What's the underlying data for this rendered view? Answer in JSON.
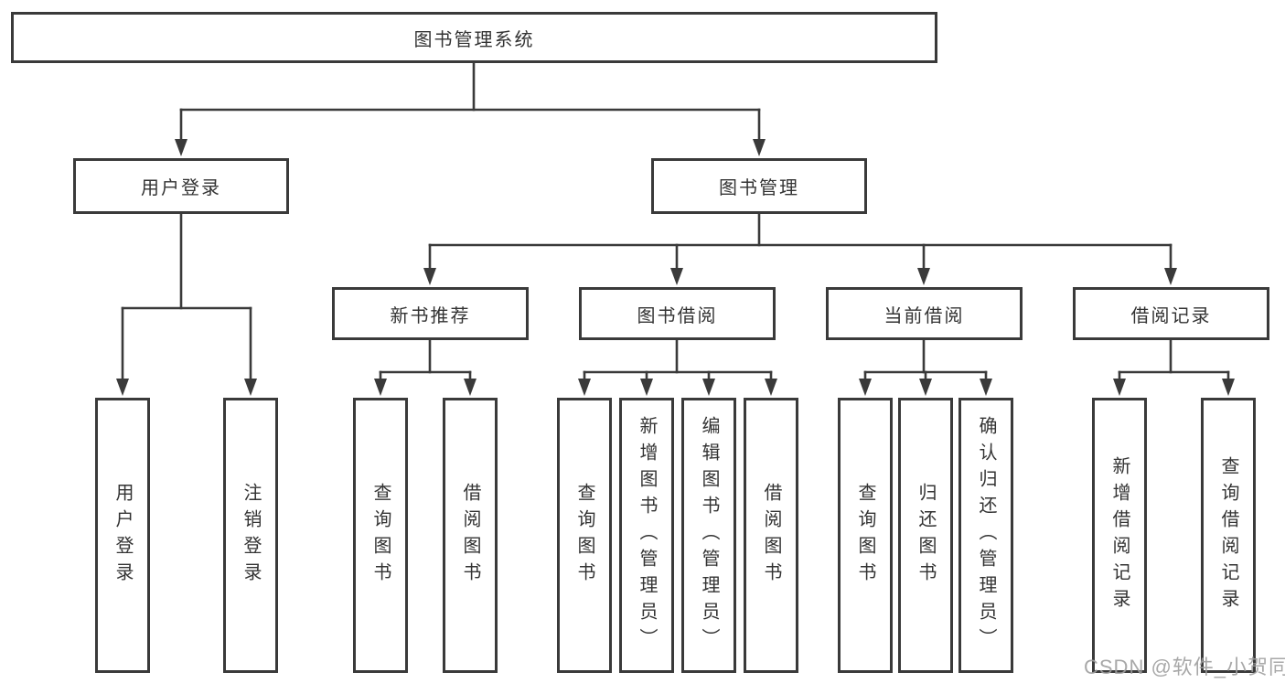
{
  "diagram": {
    "title": "图书管理系统",
    "level2": {
      "user_login": "用户登录",
      "book_management": "图书管理"
    },
    "level3": {
      "new_book_recommend": "新书推荐",
      "book_borrow": "图书借阅",
      "current_borrow": "当前借阅",
      "borrow_records": "借阅记录"
    },
    "leaves": {
      "user_login": "用户登录",
      "logout": "注销登录",
      "nb_query_books": "查询图书",
      "nb_borrow_books": "借阅图书",
      "bb_query_books": "查询图书",
      "bb_add_books": "新增图书（管理员）",
      "bb_edit_books": "编辑图书（管理员）",
      "bb_borrow_books": "借阅图书",
      "cb_query_books": "查询图书",
      "cb_return_books": "归还图书",
      "cb_confirm_return": "确认归还（管理员）",
      "br_add_record": "新增借阅记录",
      "br_query_record": "查询借阅记录"
    }
  },
  "watermark": "CSDN @软件_小贺同学",
  "colors": {
    "line": "#3a3a3a",
    "text": "#333333",
    "watermark": "#9e9e9e",
    "background": "#ffffff"
  }
}
